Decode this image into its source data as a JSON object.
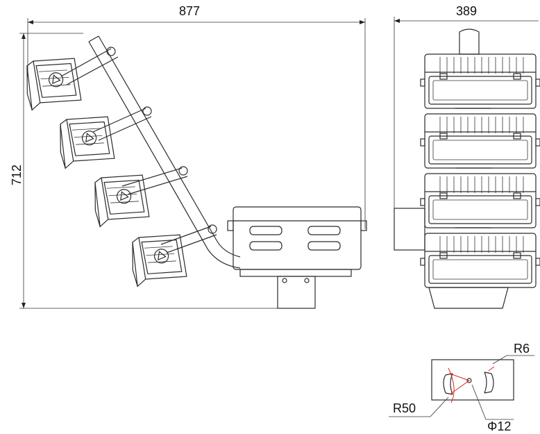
{
  "dimensions": {
    "width_total": "877",
    "depth_total": "389",
    "height_total": "712"
  },
  "detail": {
    "radius_small": "R6",
    "radius_large": "R50",
    "hole_diameter": "Φ12"
  }
}
